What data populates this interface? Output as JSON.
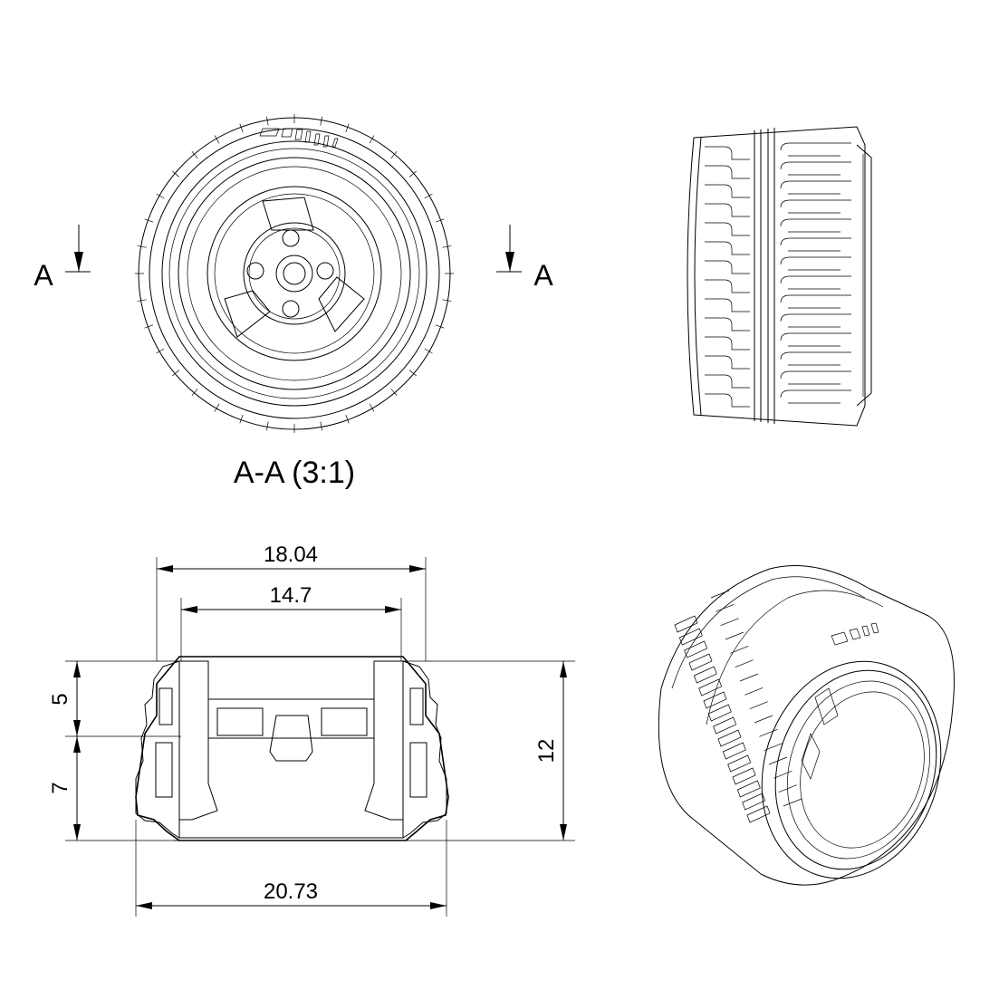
{
  "section_marks": {
    "left": "A",
    "right": "A"
  },
  "section_title": "A-A (3:1)",
  "dimensions": {
    "top_outer": "18.04",
    "top_inner": "14.7",
    "bottom": "20.73",
    "upper_height": "5",
    "lower_height": "7",
    "total_height": "12"
  },
  "views": [
    "front-view",
    "side-view",
    "section-view",
    "isometric-view"
  ]
}
